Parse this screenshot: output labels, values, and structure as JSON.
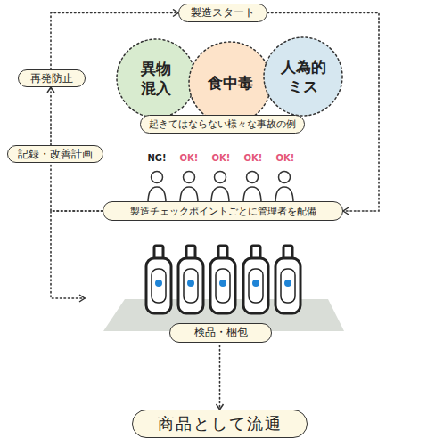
{
  "diagram": {
    "nodes": [
      {
        "text": [
          "製造スタート"
        ]
      },
      {
        "text": [
          "異物 混入"
        ]
      },
      {
        "text": [
          "食中毒"
        ]
      },
      {
        "text": [
          "人為的 ミス"
        ]
      },
      {
        "text": [
          "起きてはならない様々な事故の例"
        ]
      },
      {
        "text": [
          "再発防止"
        ]
      },
      {
        "text": [
          "記録・改善計画"
        ]
      },
      {
        "text": [
          "製造チェックポイントごとに管理者を配備"
        ]
      },
      {
        "text": [
          "検品・梱包"
        ]
      },
      {
        "text": [
          "商品として流通"
        ]
      }
    ],
    "edges": [
      {
        "from": 0,
        "to": 7,
        "arrow": "to"
      },
      {
        "from": 7,
        "to": 6,
        "arrow": "none"
      },
      {
        "from": 6,
        "to": 5,
        "arrow": "to"
      },
      {
        "from": 5,
        "to": 0,
        "arrow": "to"
      },
      {
        "from": 7,
        "to": 8,
        "arrow": "to"
      },
      {
        "from": 8,
        "to": 9,
        "arrow": "to"
      }
    ],
    "labels": [
      "NG!",
      "OK!",
      "OK!",
      "OK!",
      "OK!"
    ]
  }
}
